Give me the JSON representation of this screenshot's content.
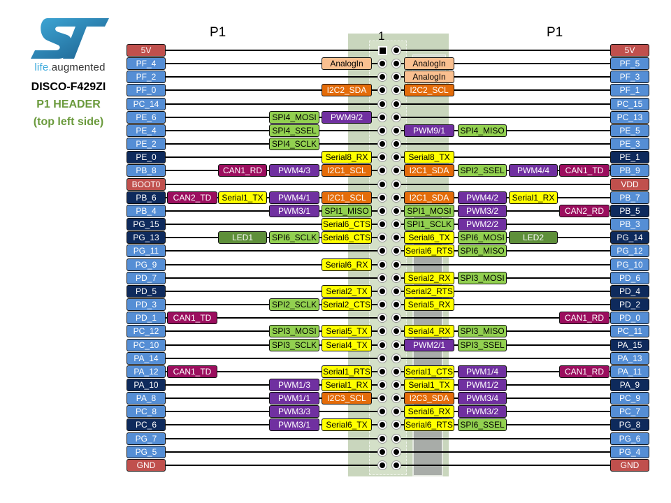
{
  "branding": {
    "tagline_life": "life",
    "tagline_dot": ".",
    "tagline_aug": "augmented",
    "board_name": "DISCO-F429ZI",
    "header_line1": "P1 HEADER",
    "header_line2": "(top left side)",
    "logo_icon": "st-logo-icon"
  },
  "header": {
    "left_title": "P1",
    "right_title": "P1",
    "pin1_marker": "1"
  },
  "colors": {
    "power": "#c0504d",
    "pin_light": "#558ed5",
    "pin_dark": "#0e2a5c",
    "analog": "#fac090",
    "i2c": "#e46c0a",
    "pwm": "#7030a0",
    "spi": "#92d050",
    "serial": "#ffff00",
    "can": "#9b0e5e",
    "led": "#5e8f3a"
  },
  "rows": [
    {
      "left": {
        "pin": "5V",
        "type": "power",
        "tags": []
      },
      "right": {
        "pin": "5V",
        "type": "power",
        "tags": []
      }
    },
    {
      "left": {
        "pin": "PF_4",
        "type": "light",
        "tags": [
          {
            "t": "AnalogIn",
            "c": "analog"
          }
        ]
      },
      "right": {
        "pin": "PF_5",
        "type": "light",
        "tags": [
          {
            "t": "AnalogIn",
            "c": "analog"
          }
        ]
      }
    },
    {
      "left": {
        "pin": "PF_2",
        "type": "light",
        "tags": []
      },
      "right": {
        "pin": "PF_3",
        "type": "light",
        "tags": [
          {
            "t": "AnalogIn",
            "c": "analog"
          }
        ]
      }
    },
    {
      "left": {
        "pin": "PF_0",
        "type": "light",
        "tags": [
          {
            "t": "I2C2_SDA",
            "c": "i2c"
          }
        ]
      },
      "right": {
        "pin": "PF_1",
        "type": "light",
        "tags": [
          {
            "t": "I2C2_SCL",
            "c": "i2c"
          }
        ]
      }
    },
    {
      "left": {
        "pin": "PC_14",
        "type": "light",
        "tags": []
      },
      "right": {
        "pin": "PC_15",
        "type": "light",
        "tags": []
      }
    },
    {
      "left": {
        "pin": "PE_6",
        "type": "light",
        "tags": [
          {
            "t": "PWM9/2",
            "c": "pwm"
          },
          {
            "t": "SPI4_MOSI",
            "c": "spi"
          }
        ]
      },
      "right": {
        "pin": "PC_13",
        "type": "light",
        "tags": []
      }
    },
    {
      "left": {
        "pin": "PE_4",
        "type": "light",
        "tags": [
          null,
          {
            "t": "SPI4_SSEL",
            "c": "spi"
          }
        ]
      },
      "right": {
        "pin": "PE_5",
        "type": "light",
        "tags": [
          {
            "t": "PWM9/1",
            "c": "pwm"
          },
          {
            "t": "SPI4_MISO",
            "c": "spi"
          }
        ]
      }
    },
    {
      "left": {
        "pin": "PE_2",
        "type": "light",
        "tags": [
          null,
          {
            "t": "SPI4_SCLK",
            "c": "spi"
          }
        ]
      },
      "right": {
        "pin": "PE_3",
        "type": "light",
        "tags": []
      }
    },
    {
      "left": {
        "pin": "PE_0",
        "type": "dark",
        "tags": [
          {
            "t": "Serial8_RX",
            "c": "serial"
          }
        ]
      },
      "right": {
        "pin": "PE_1",
        "type": "dark",
        "tags": [
          {
            "t": "Serial8_TX",
            "c": "serial"
          }
        ]
      }
    },
    {
      "left": {
        "pin": "PB_8",
        "type": "light",
        "tags": [
          {
            "t": "I2C1_SCL",
            "c": "i2c"
          },
          {
            "t": "PWM4/3",
            "c": "pwm"
          },
          {
            "t": "CAN1_RD",
            "c": "can"
          }
        ]
      },
      "right": {
        "pin": "PB_9",
        "type": "light",
        "tags": [
          {
            "t": "I2C1_SDA",
            "c": "i2c"
          },
          {
            "t": "SPI2_SSEL",
            "c": "spi"
          },
          {
            "t": "PWM4/4",
            "c": "pwm"
          },
          {
            "t": "CAN1_TD",
            "c": "can"
          }
        ]
      }
    },
    {
      "left": {
        "pin": "BOOT0",
        "type": "power",
        "tags": []
      },
      "right": {
        "pin": "VDD",
        "type": "power",
        "tags": []
      }
    },
    {
      "left": {
        "pin": "PB_6",
        "type": "dark",
        "tags": [
          {
            "t": "I2C1_SCL",
            "c": "i2c"
          },
          {
            "t": "PWM4/1",
            "c": "pwm"
          },
          {
            "t": "Serial1_TX",
            "c": "serial"
          },
          {
            "t": "CAN2_TD",
            "c": "can"
          }
        ]
      },
      "right": {
        "pin": "PB_7",
        "type": "light",
        "tags": [
          {
            "t": "I2C1_SDA",
            "c": "i2c"
          },
          {
            "t": "PWM4/2",
            "c": "pwm"
          },
          {
            "t": "Serial1_RX",
            "c": "serial"
          }
        ]
      }
    },
    {
      "left": {
        "pin": "PB_4",
        "type": "light",
        "tags": [
          {
            "t": "SPI1_MISO",
            "c": "spi"
          },
          {
            "t": "PWM3/1",
            "c": "pwm"
          }
        ]
      },
      "right": {
        "pin": "PB_5",
        "type": "dark",
        "tags": [
          {
            "t": "SPI1_MOSI",
            "c": "spi"
          },
          {
            "t": "PWM3/2",
            "c": "pwm"
          },
          null,
          {
            "t": "CAN2_RD",
            "c": "can"
          }
        ]
      }
    },
    {
      "left": {
        "pin": "PG_15",
        "type": "dark",
        "tags": [
          {
            "t": "Serial6_CTS",
            "c": "serial"
          }
        ]
      },
      "right": {
        "pin": "PB_3",
        "type": "light",
        "tags": [
          {
            "t": "SPI1_SCLK",
            "c": "spi"
          },
          {
            "t": "PWM2/2",
            "c": "pwm"
          }
        ]
      }
    },
    {
      "left": {
        "pin": "PG_13",
        "type": "dark",
        "tags": [
          {
            "t": "Serial6_CTS",
            "c": "serial"
          },
          {
            "t": "SPI6_SCLK",
            "c": "spi"
          },
          {
            "t": "LED1",
            "c": "led"
          }
        ]
      },
      "right": {
        "pin": "PG_14",
        "type": "dark",
        "tags": [
          {
            "t": "Serial6_TX",
            "c": "serial"
          },
          {
            "t": "SPI6_MOSI",
            "c": "spi"
          },
          {
            "t": "LED2",
            "c": "led"
          }
        ]
      }
    },
    {
      "left": {
        "pin": "PG_11",
        "type": "light",
        "tags": []
      },
      "right": {
        "pin": "PG_12",
        "type": "light",
        "tags": [
          {
            "t": "Serial6_RTS",
            "c": "serial"
          },
          {
            "t": "SPI6_MISO",
            "c": "spi"
          }
        ]
      }
    },
    {
      "left": {
        "pin": "PG_9",
        "type": "light",
        "tags": [
          {
            "t": "Serial6_RX",
            "c": "serial"
          }
        ]
      },
      "right": {
        "pin": "PG_10",
        "type": "light",
        "tags": []
      }
    },
    {
      "left": {
        "pin": "PD_7",
        "type": "light",
        "tags": []
      },
      "right": {
        "pin": "PD_6",
        "type": "light",
        "tags": [
          {
            "t": "Serial2_RX",
            "c": "serial"
          },
          {
            "t": "SPI3_MOSI",
            "c": "spi"
          }
        ]
      }
    },
    {
      "left": {
        "pin": "PD_5",
        "type": "dark",
        "tags": [
          {
            "t": "Serial2_TX",
            "c": "serial"
          }
        ]
      },
      "right": {
        "pin": "PD_4",
        "type": "dark",
        "tags": [
          {
            "t": "Serial2_RTS",
            "c": "serial"
          }
        ]
      }
    },
    {
      "left": {
        "pin": "PD_3",
        "type": "light",
        "tags": [
          {
            "t": "Serial2_CTS",
            "c": "serial"
          },
          {
            "t": "SPI2_SCLK",
            "c": "spi"
          }
        ]
      },
      "right": {
        "pin": "PD_2",
        "type": "dark",
        "tags": [
          {
            "t": "Serial5_RX",
            "c": "serial"
          }
        ]
      }
    },
    {
      "left": {
        "pin": "PD_1",
        "type": "light",
        "tags": [
          null,
          null,
          null,
          {
            "t": "CAN1_TD",
            "c": "can"
          }
        ]
      },
      "right": {
        "pin": "PD_0",
        "type": "light",
        "tags": [
          null,
          null,
          null,
          {
            "t": "CAN1_RD",
            "c": "can"
          }
        ]
      }
    },
    {
      "left": {
        "pin": "PC_12",
        "type": "light",
        "tags": [
          {
            "t": "Serial5_TX",
            "c": "serial"
          },
          {
            "t": "SPI3_MOSI",
            "c": "spi"
          }
        ]
      },
      "right": {
        "pin": "PC_11",
        "type": "light",
        "tags": [
          {
            "t": "Serial4_RX",
            "c": "serial"
          },
          {
            "t": "SPI3_MISO",
            "c": "spi"
          }
        ]
      }
    },
    {
      "left": {
        "pin": "PC_10",
        "type": "light",
        "tags": [
          {
            "t": "Serial4_TX",
            "c": "serial"
          },
          {
            "t": "SPI3_SCLK",
            "c": "spi"
          }
        ]
      },
      "right": {
        "pin": "PA_15",
        "type": "dark",
        "tags": [
          {
            "t": "PWM2/1",
            "c": "pwm"
          },
          {
            "t": "SPI3_SSEL",
            "c": "spi"
          }
        ]
      }
    },
    {
      "left": {
        "pin": "PA_14",
        "type": "light",
        "tags": []
      },
      "right": {
        "pin": "PA_13",
        "type": "light",
        "tags": []
      }
    },
    {
      "left": {
        "pin": "PA_12",
        "type": "light",
        "tags": [
          {
            "t": "Serial1_RTS",
            "c": "serial"
          },
          null,
          null,
          {
            "t": "CAN1_TD",
            "c": "can"
          }
        ]
      },
      "right": {
        "pin": "PA_11",
        "type": "light",
        "tags": [
          {
            "t": "Serial1_CTS",
            "c": "serial"
          },
          {
            "t": "PWM1/4",
            "c": "pwm"
          },
          null,
          {
            "t": "CAN1_RD",
            "c": "can"
          }
        ]
      }
    },
    {
      "left": {
        "pin": "PA_10",
        "type": "dark",
        "tags": [
          {
            "t": "Serial1_RX",
            "c": "serial"
          },
          {
            "t": "PWM1/3",
            "c": "pwm"
          }
        ]
      },
      "right": {
        "pin": "PA_9",
        "type": "dark",
        "tags": [
          {
            "t": "Serial1_TX",
            "c": "serial"
          },
          {
            "t": "PWM1/2",
            "c": "pwm"
          }
        ]
      }
    },
    {
      "left": {
        "pin": "PA_8",
        "type": "light",
        "tags": [
          {
            "t": "I2C3_SCL",
            "c": "i2c"
          },
          {
            "t": "PWM1/1",
            "c": "pwm"
          }
        ]
      },
      "right": {
        "pin": "PC_9",
        "type": "light",
        "tags": [
          {
            "t": "I2C3_SDA",
            "c": "i2c"
          },
          {
            "t": "PWM3/4",
            "c": "pwm"
          }
        ]
      }
    },
    {
      "left": {
        "pin": "PC_8",
        "type": "light",
        "tags": [
          null,
          {
            "t": "PWM3/3",
            "c": "pwm"
          }
        ]
      },
      "right": {
        "pin": "PC_7",
        "type": "light",
        "tags": [
          {
            "t": "Serial6_RX",
            "c": "serial"
          },
          {
            "t": "PWM3/2",
            "c": "pwm"
          }
        ]
      }
    },
    {
      "left": {
        "pin": "PC_6",
        "type": "dark",
        "tags": [
          {
            "t": "Serial6_TX",
            "c": "serial"
          },
          {
            "t": "PWM3/1",
            "c": "pwm"
          }
        ]
      },
      "right": {
        "pin": "PG_8",
        "type": "dark",
        "tags": [
          {
            "t": "Serial6_RTS",
            "c": "serial"
          },
          {
            "t": "SPI6_SSEL",
            "c": "spi"
          }
        ]
      }
    },
    {
      "left": {
        "pin": "PG_7",
        "type": "light",
        "tags": []
      },
      "right": {
        "pin": "PG_6",
        "type": "light",
        "tags": []
      }
    },
    {
      "left": {
        "pin": "PG_5",
        "type": "light",
        "tags": []
      },
      "right": {
        "pin": "PG_4",
        "type": "light",
        "tags": []
      }
    },
    {
      "left": {
        "pin": "GND",
        "type": "power",
        "tags": []
      },
      "right": {
        "pin": "GND",
        "type": "power",
        "tags": []
      }
    }
  ]
}
